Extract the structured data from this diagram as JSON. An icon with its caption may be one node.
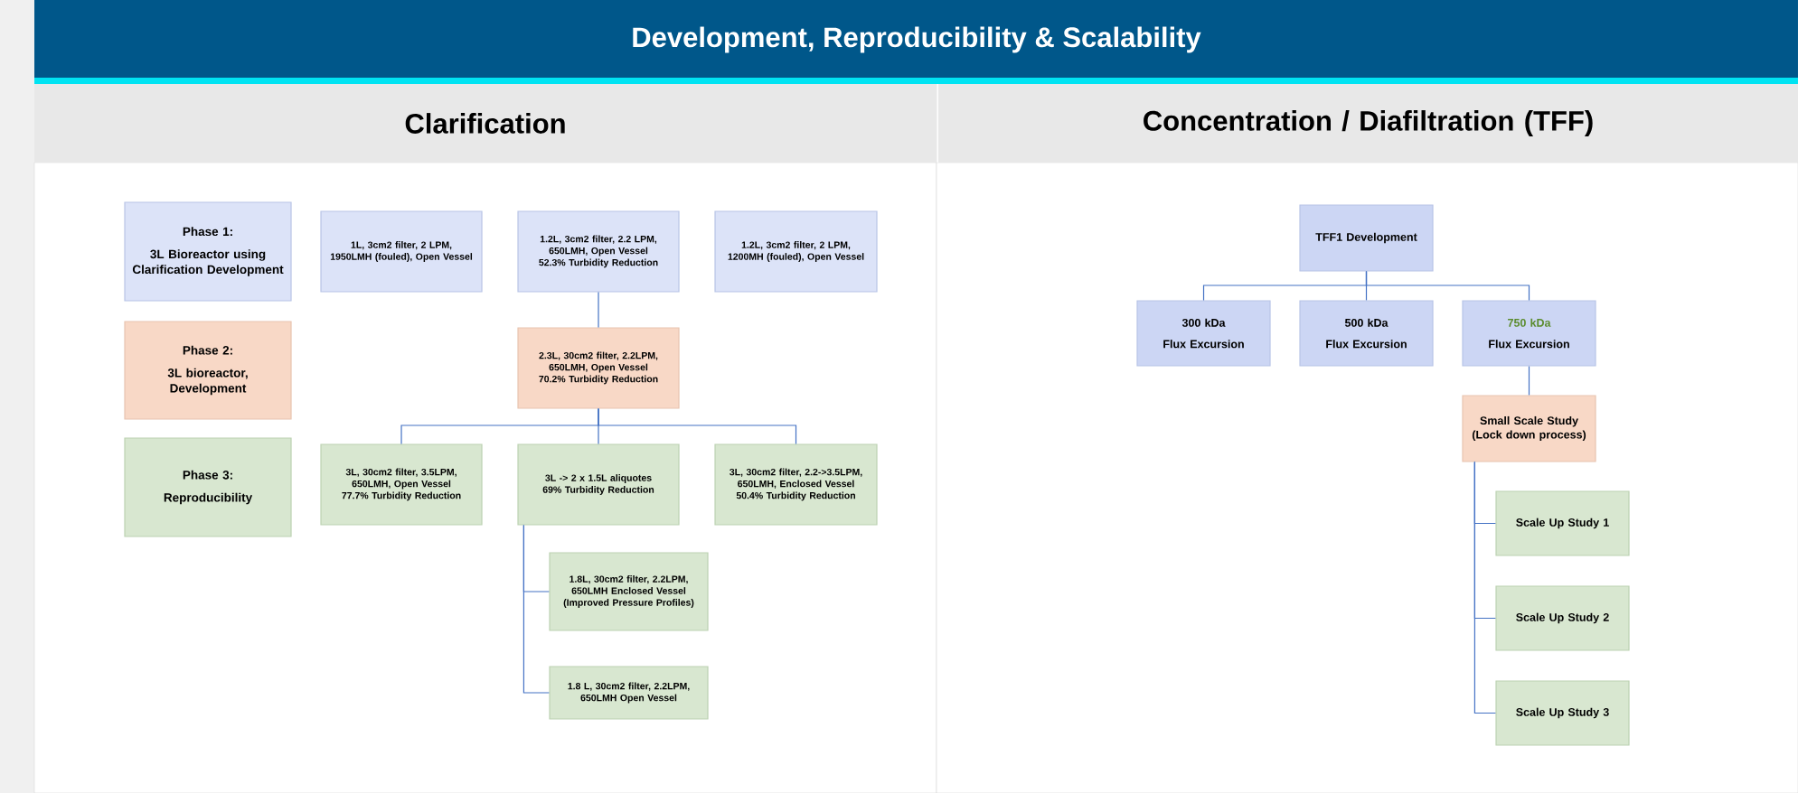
{
  "diagram": {
    "title": "Development, Reproducibility & Scalability",
    "nodes": [
      {
        "text": [
          "Clarification"
        ]
      },
      {
        "text": [
          "Concentration / Diafiltration (TFF)"
        ]
      },
      {
        "text": [
          "Phase 1:",
          "3L Bioreactor using Clarification Development"
        ]
      },
      {
        "text": [
          "1L, 3cm2 filter, 2 LPM, 1950LMH (fouled), Open Vessel"
        ]
      },
      {
        "text": [
          "1.2L, 3cm2 filter, 2.2 LPM, 650LMH, Open Vessel 52.3% Turbidity Reduction"
        ]
      },
      {
        "text": [
          "1.2L, 3cm2 filter, 2 LPM, 1200MH (fouled), Open Vessel"
        ]
      },
      {
        "text": [
          "Phase 2:",
          "3L bioreactor, Development"
        ]
      },
      {
        "text": [
          "2.3L, 30cm2 filter, 2.2LPM, 650LMH, Open Vessel 70.2% Turbidity Reduction"
        ]
      },
      {
        "text": [
          "Phase 3:",
          "Reproducibility"
        ]
      },
      {
        "text": [
          "3L, 30cm2 filter, 3.5LPM, 650LMH, Open Vessel 77.7% Turbidity Reduction"
        ]
      },
      {
        "text": [
          "3L -> 2 x 1.5L aliquotes 69% Turbidity Reduction"
        ]
      },
      {
        "text": [
          "3L, 30cm2 filter, 2.2->3.5LPM, 650LMH, Enclosed Vessel 50.4% Turbidity Reduction"
        ]
      },
      {
        "text": [
          "1.8L, 30cm2 filter, 2.2LPM, 650LMH Enclosed Vessel (Improved Pressure Profiles)"
        ]
      },
      {
        "text": [
          "1.8 L, 30cm2 filter, 2.2LPM, 650LMH Open Vessel"
        ]
      },
      {
        "text": [
          "TFF1 Development"
        ]
      },
      {
        "text": [
          "300 kDa",
          "Flux Excursion"
        ]
      },
      {
        "text": [
          "500 kDa",
          "Flux Excursion"
        ]
      },
      {
        "text": [
          "750 kDa",
          "Flux Excursion"
        ]
      },
      {
        "text": [
          "Small Scale Study (Lock down process)"
        ]
      },
      {
        "text": [
          "Scale Up Study 1"
        ]
      },
      {
        "text": [
          "Scale Up Study 2"
        ]
      },
      {
        "text": [
          "Scale Up Study 3"
        ]
      }
    ],
    "edges": [
      {
        "from": 4,
        "to": 7,
        "arrow": "none"
      },
      {
        "from": 7,
        "to": 9,
        "arrow": "none"
      },
      {
        "from": 7,
        "to": 10,
        "arrow": "none"
      },
      {
        "from": 7,
        "to": 11,
        "arrow": "none"
      },
      {
        "from": 10,
        "to": 12,
        "arrow": "none"
      },
      {
        "from": 10,
        "to": 13,
        "arrow": "none"
      },
      {
        "from": 14,
        "to": 15,
        "arrow": "none"
      },
      {
        "from": 14,
        "to": 16,
        "arrow": "none"
      },
      {
        "from": 14,
        "to": 17,
        "arrow": "none"
      },
      {
        "from": 17,
        "to": 18,
        "arrow": "none"
      },
      {
        "from": 18,
        "to": 19,
        "arrow": "none"
      },
      {
        "from": 18,
        "to": 20,
        "arrow": "none"
      },
      {
        "from": 18,
        "to": 21,
        "arrow": "none"
      }
    ]
  }
}
